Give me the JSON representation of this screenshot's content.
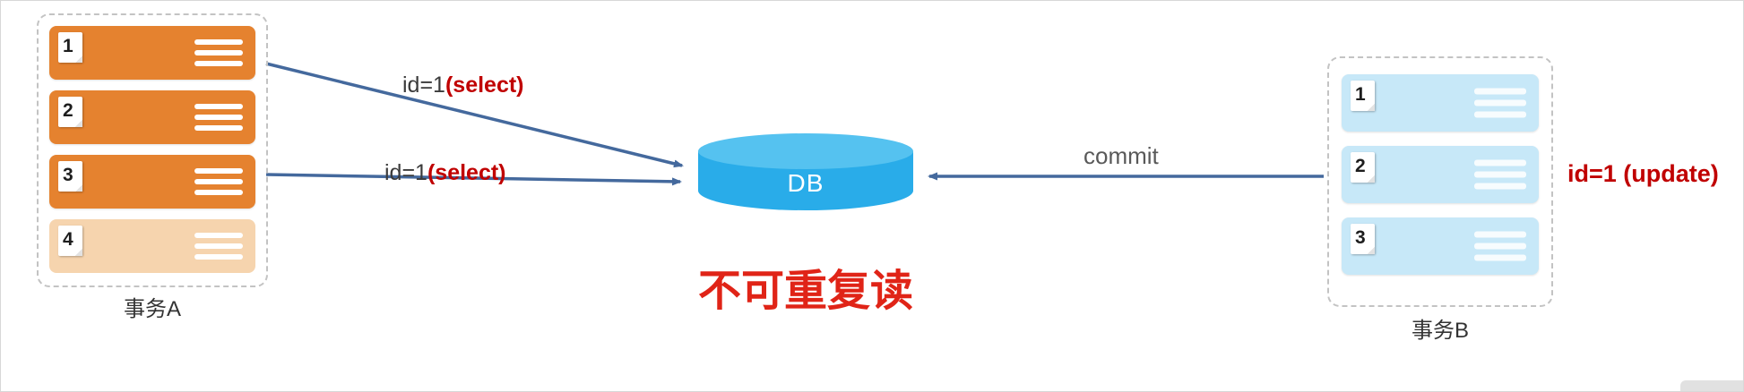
{
  "title": {
    "text": "不可重复读"
  },
  "database": {
    "label": "DB"
  },
  "transaction_a": {
    "label": "事务A",
    "rows": [
      {
        "num": "1"
      },
      {
        "num": "2"
      },
      {
        "num": "3"
      },
      {
        "num": "4"
      }
    ]
  },
  "transaction_b": {
    "label": "事务B",
    "rows": [
      {
        "num": "1"
      },
      {
        "num": "2"
      },
      {
        "num": "3"
      }
    ]
  },
  "annotations": {
    "select_1": {
      "prefix": "id=1",
      "highlight": "(select)"
    },
    "select_2": {
      "prefix": "id=1",
      "highlight": "(select)"
    },
    "commit": "commit",
    "update": "id=1 (update)"
  },
  "colors": {
    "orange_row": "#E5822F",
    "orange_row_faded": "#F6D4AE",
    "blue_row": "#C7E8F8",
    "db_blue": "#29ACE9",
    "db_blue_top": "#55C2F0",
    "arrow_blue": "#44699D",
    "accent_red": "#C00000",
    "title_red": "#E02417",
    "gray_text": "#595959"
  }
}
